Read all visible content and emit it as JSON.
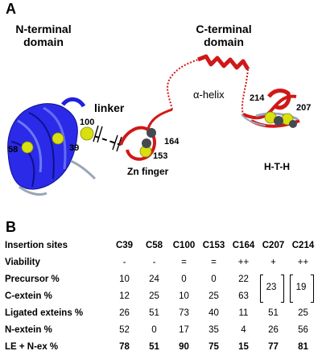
{
  "panel_a": {
    "letter": "A",
    "n_domain": [
      "N-terminal",
      "domain"
    ],
    "c_domain": [
      "C-terminal",
      "domain"
    ],
    "linker": "linker",
    "alpha_helix": "α-helix",
    "zn_finger": "Zn finger",
    "hth": "H-T-H",
    "sites": [
      "100",
      "58",
      "39",
      "153",
      "164",
      "214",
      "207"
    ]
  },
  "panel_b": {
    "letter": "B",
    "columns": [
      "Insertion sites",
      "C39",
      "C58",
      "C100",
      "C153",
      "C164",
      "C207",
      "C214"
    ],
    "rows": [
      {
        "label": "Viability",
        "values": [
          "-",
          "-",
          "=",
          "=",
          "++",
          "+",
          "++"
        ]
      },
      {
        "label": "Precursor %",
        "values": [
          "10",
          "24",
          "0",
          "0",
          "22",
          "",
          ""
        ]
      },
      {
        "label": "C-extein %",
        "values": [
          "12",
          "25",
          "10",
          "25",
          "63",
          "",
          ""
        ]
      },
      {
        "label": "Ligated exteins %",
        "values": [
          "26",
          "51",
          "73",
          "40",
          "11",
          "51",
          "25"
        ]
      },
      {
        "label": "N-extein %",
        "values": [
          "52",
          "0",
          "17",
          "35",
          "4",
          "26",
          "56"
        ]
      },
      {
        "label": "LE + N-ex %",
        "values": [
          "78",
          "51",
          "90",
          "75",
          "15",
          "77",
          "81"
        ]
      }
    ],
    "merged": {
      "c207": "23",
      "c214": "19"
    }
  },
  "colors": {
    "n_domain": "#1f1fe0",
    "c_domain": "#d01818",
    "site_ball": "#d8e010",
    "loop": "#9aa6b8"
  }
}
